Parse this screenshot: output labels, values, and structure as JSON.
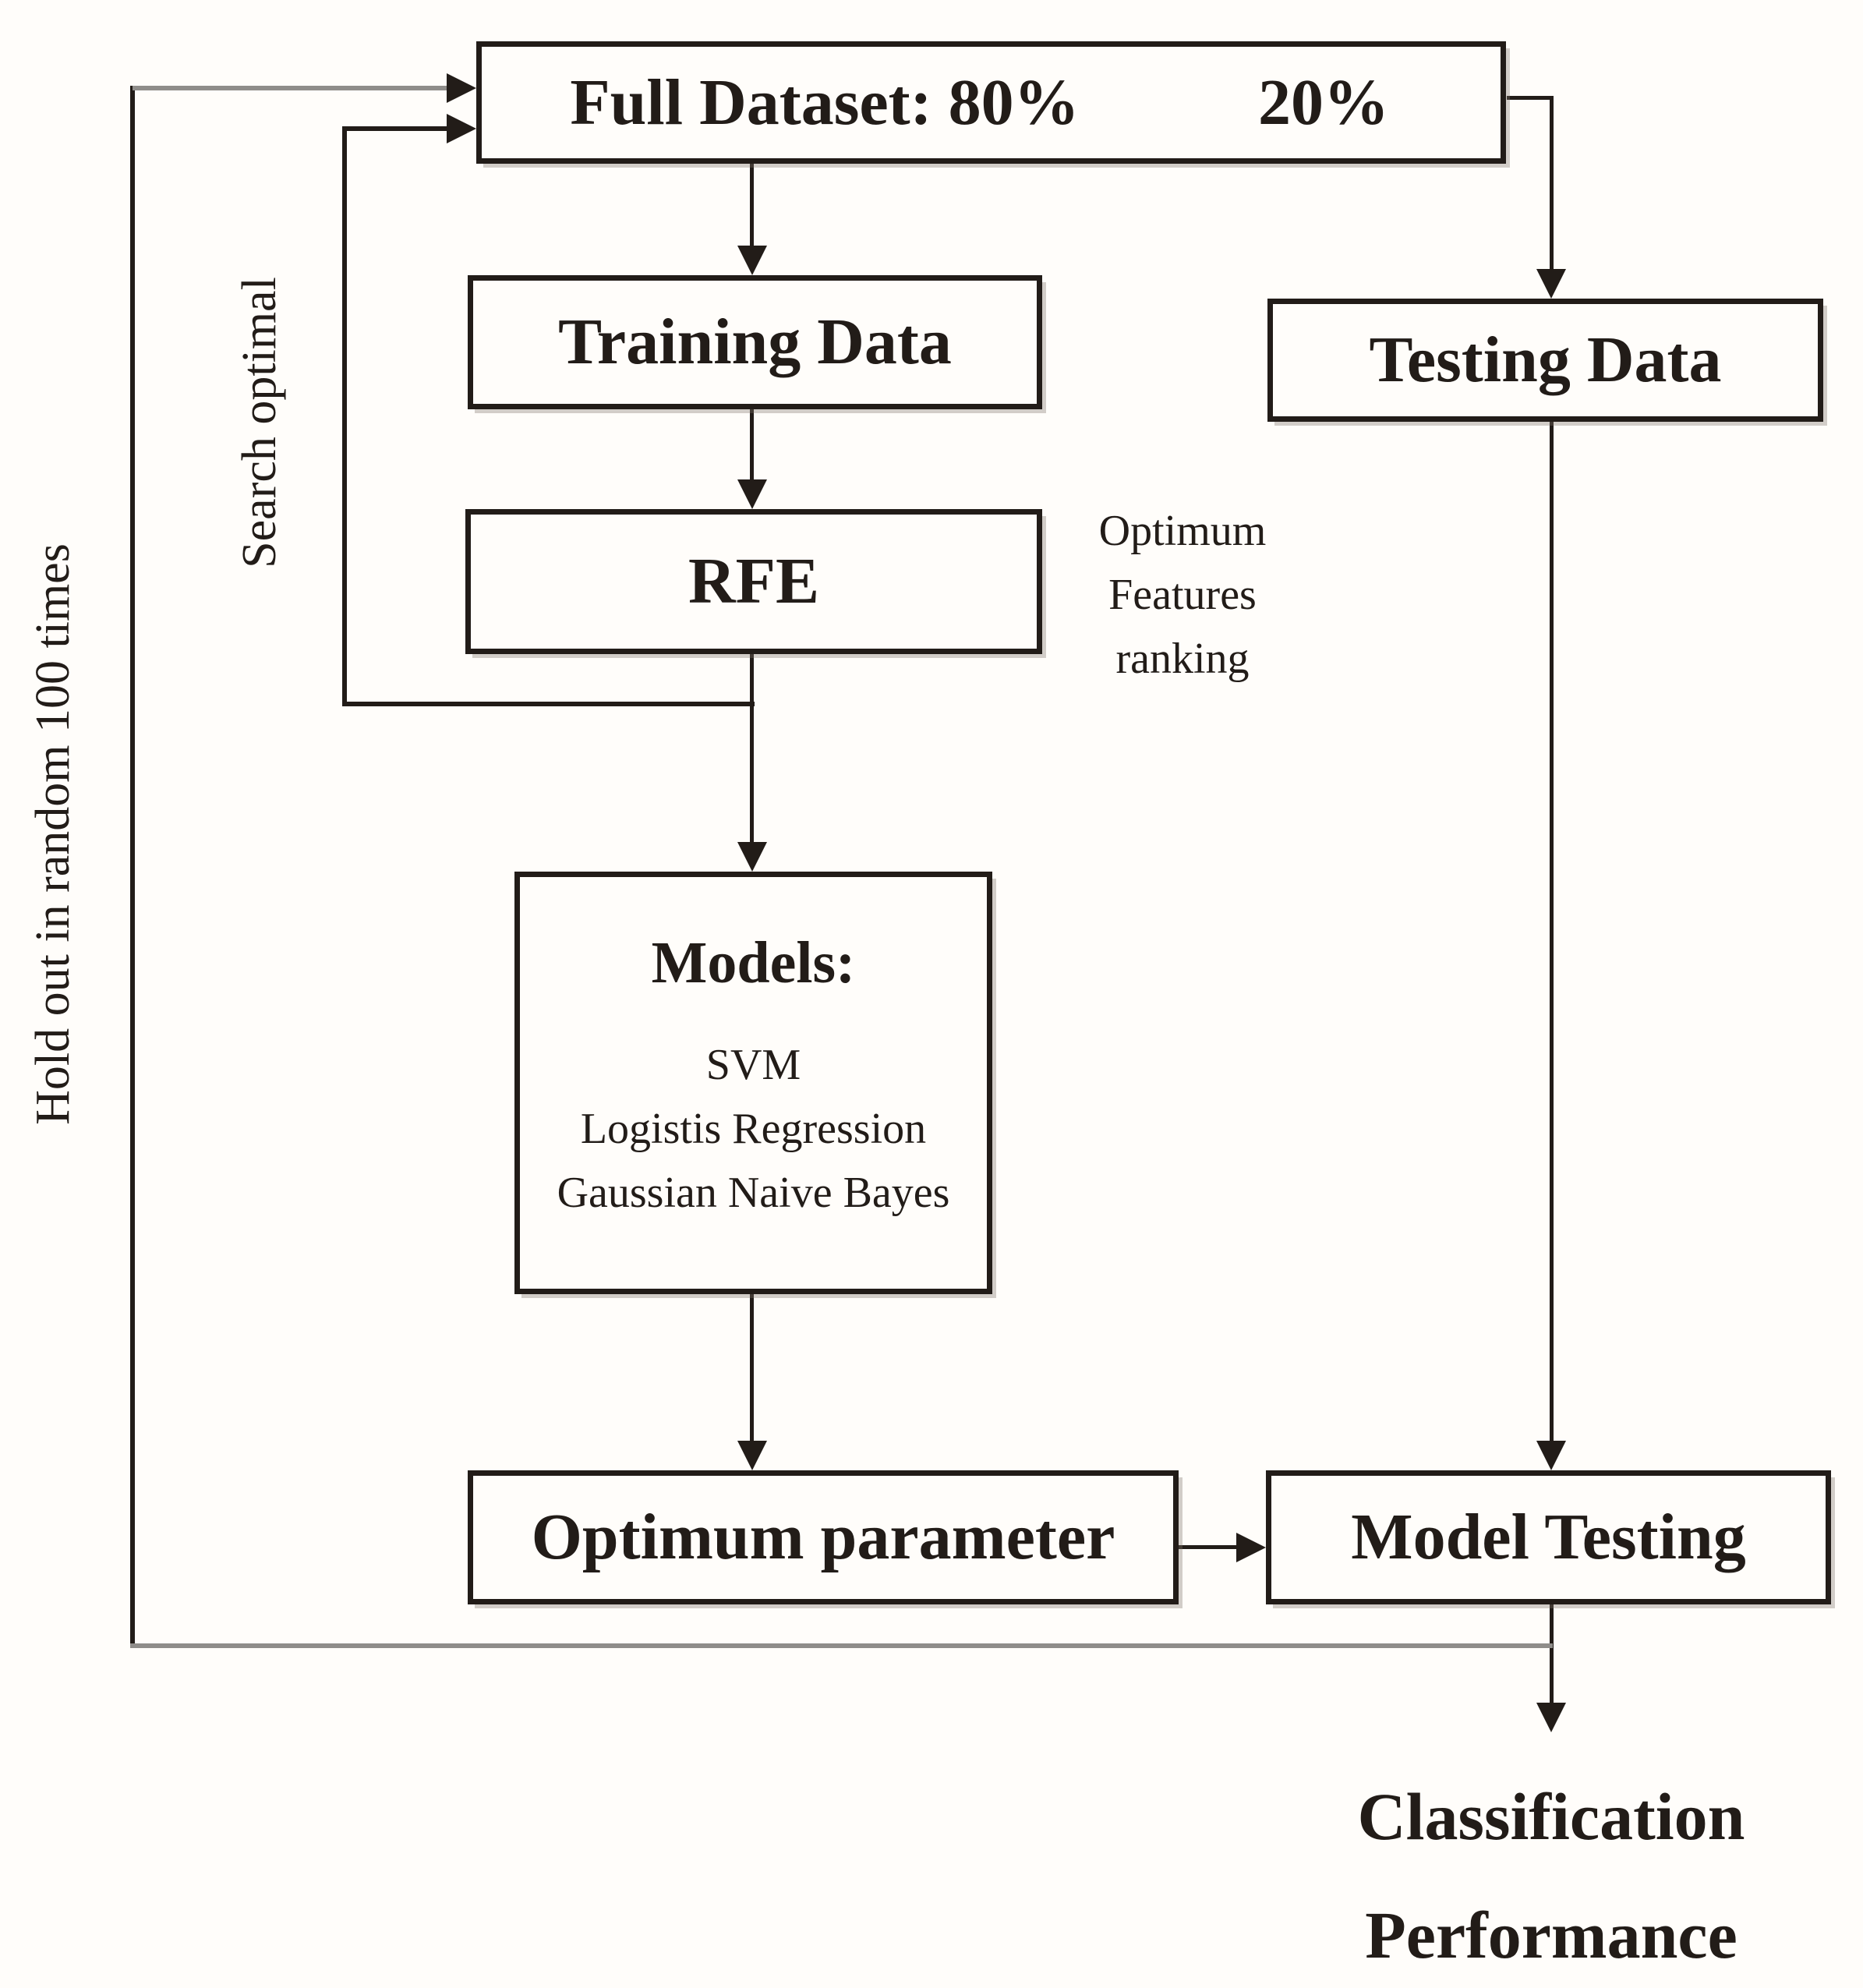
{
  "figure": {
    "type": "flowchart",
    "background": "#fffdfa",
    "ink": "#221c18",
    "gray_line": "#8f8d8a"
  },
  "nodes": {
    "full_dataset": {
      "label": "Full Dataset: 80%",
      "split_label": "20%"
    },
    "training_data": {
      "label": "Training Data"
    },
    "rfe": {
      "label": "RFE"
    },
    "testing_data": {
      "label": "Testing Data"
    },
    "models": {
      "title": "Models:",
      "items": [
        "SVM",
        "Logistis Regression",
        "Gaussian Naive Bayes"
      ]
    },
    "optimum_parameter": {
      "label": "Optimum parameter"
    },
    "model_testing": {
      "label": "Model Testing"
    },
    "result": {
      "line1": "Classification",
      "line2": "Performance"
    }
  },
  "annotations": {
    "rfe_note": {
      "line1": "Optimum",
      "line2": "Features",
      "line3": "ranking"
    },
    "hold_out_loop": "Hold out in random 100 times",
    "search_optimal_loop": "Search optimal"
  }
}
